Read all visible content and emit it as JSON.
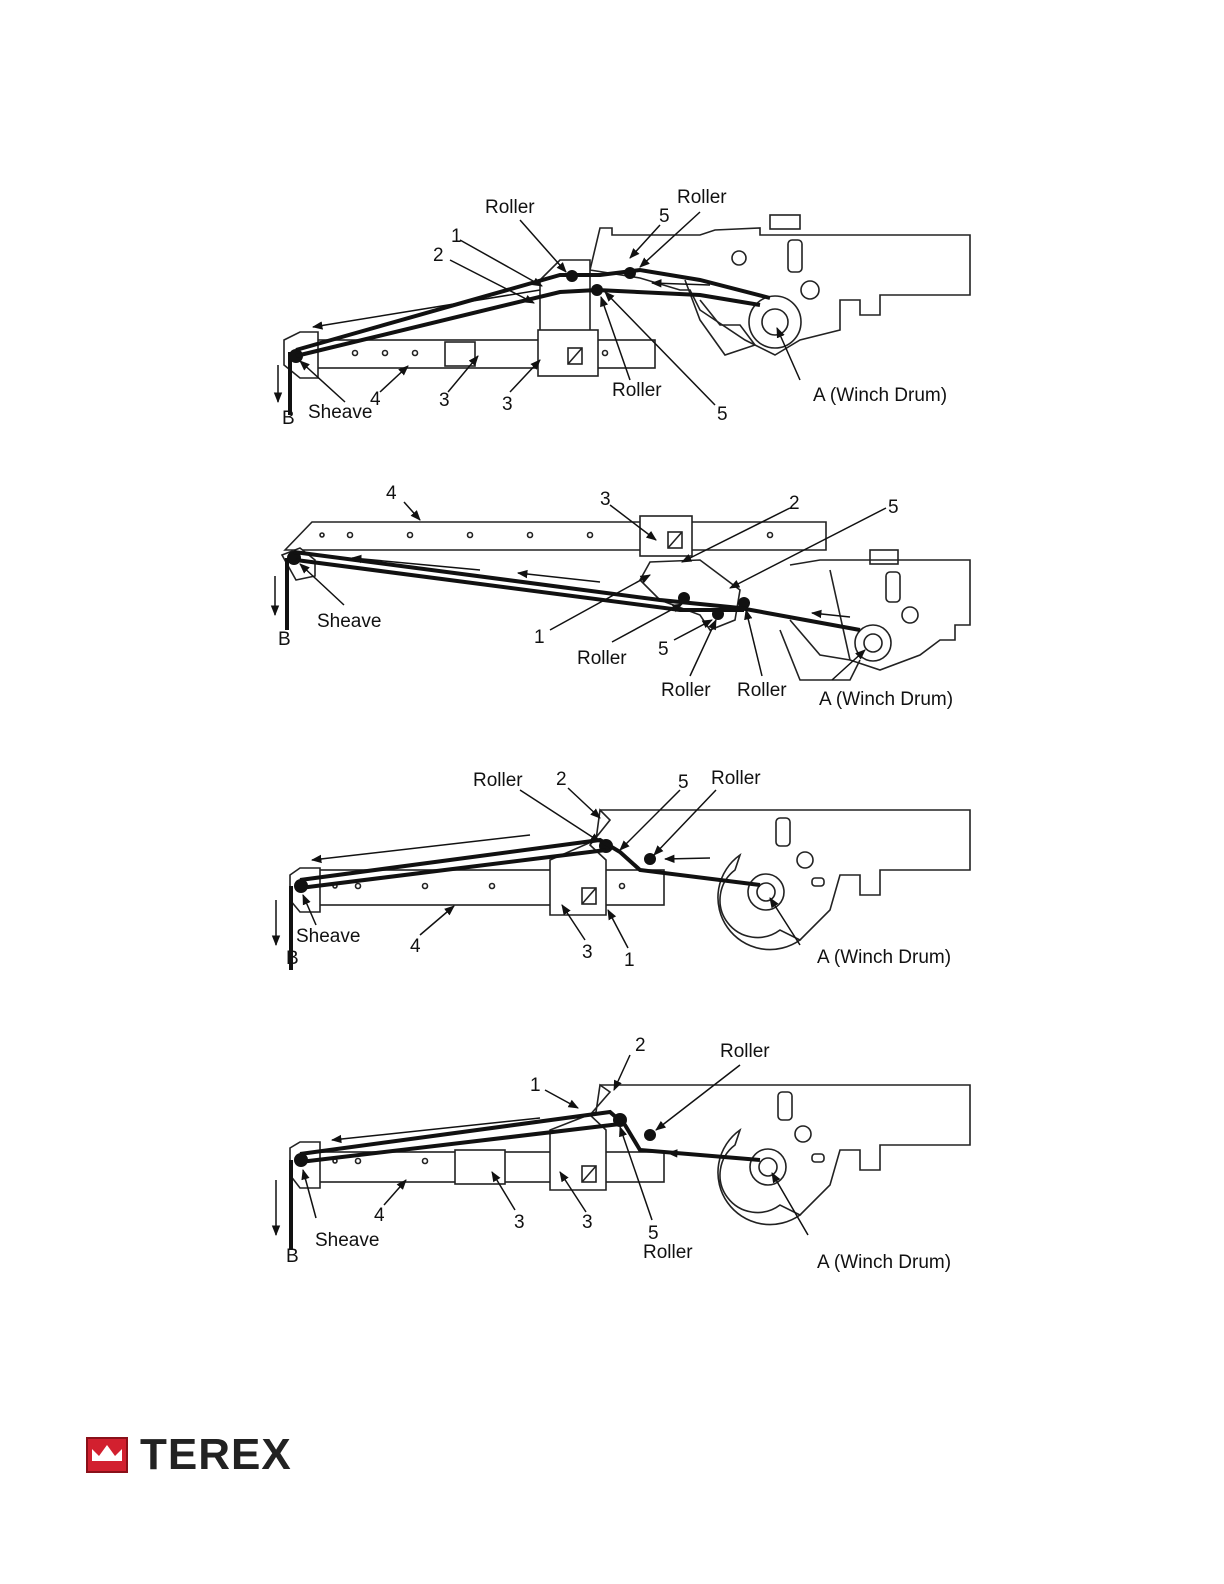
{
  "colors": {
    "brand_red": "#d2202f",
    "ink": "#111111"
  },
  "figures": [
    {
      "labels": {
        "roller_top_left": "Roller",
        "roller_top_right": "Roller",
        "n1": "1",
        "n2": "2",
        "n5_top": "5",
        "sheave": "Sheave",
        "b": "B",
        "n4": "4",
        "n3a": "3",
        "n3b": "3",
        "roller_bottom": "Roller",
        "n5_bottom": "5",
        "drum": "A (Winch Drum)"
      }
    },
    {
      "labels": {
        "n4": "4",
        "n3": "3",
        "n2": "2",
        "n5_top": "5",
        "sheave": "Sheave",
        "b": "B",
        "n1": "1",
        "roller_a": "Roller",
        "n5_bottom": "5",
        "roller_b": "Roller",
        "roller_c": "Roller",
        "drum": "A (Winch Drum)"
      }
    },
    {
      "labels": {
        "roller_left": "Roller",
        "n2": "2",
        "n5": "5",
        "roller_right": "Roller",
        "sheave": "Sheave",
        "b": "B",
        "n4": "4",
        "n3": "3",
        "n1": "1",
        "drum": "A (Winch Drum)"
      }
    },
    {
      "labels": {
        "n2": "2",
        "roller_top": "Roller",
        "n1": "1",
        "sheave": "Sheave",
        "n4": "4",
        "b": "B",
        "n3a": "3",
        "n3b": "3",
        "n5": "5",
        "roller_bottom": "Roller",
        "drum": "A (Winch Drum)"
      }
    }
  ],
  "logo": {
    "text": "TEREX"
  }
}
